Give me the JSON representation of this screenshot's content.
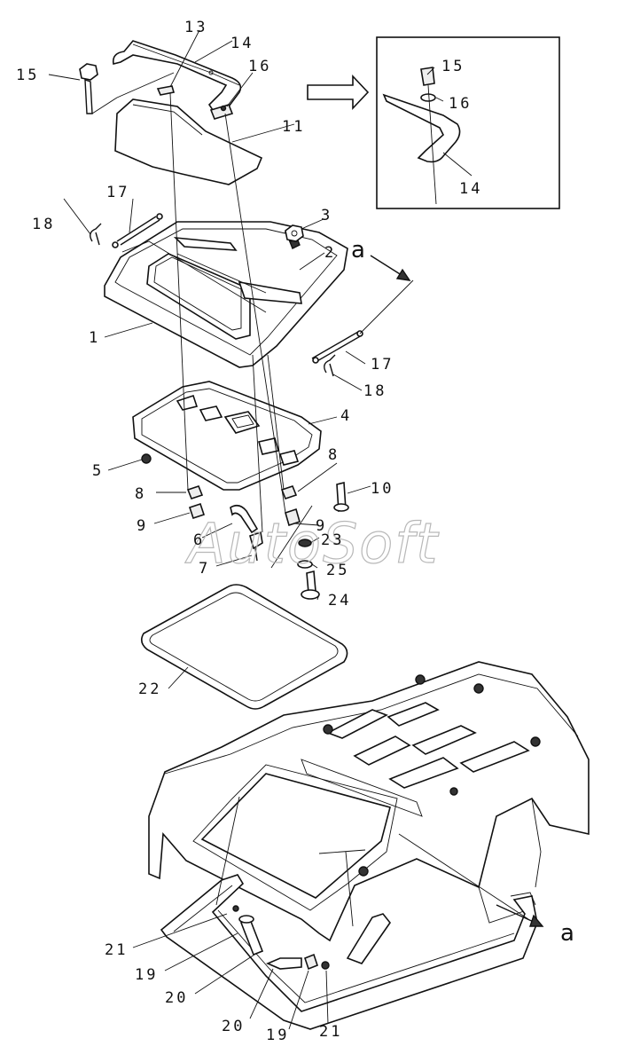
{
  "watermark": "AutoSoft",
  "callouts": {
    "c1": "1",
    "c2": "2",
    "c3": "3",
    "c4": "4",
    "c5": "5",
    "c6": "6",
    "c7": "7",
    "c8a": "8",
    "c8b": "8",
    "c9a": "9",
    "c9b": "9",
    "c10": "10",
    "c11": "11",
    "c13": "13",
    "c14": "14",
    "c15": "15",
    "c16": "16",
    "c17a": "17",
    "c17b": "17",
    "c18a": "18",
    "c18b": "18",
    "c19a": "19",
    "c19b": "19",
    "c20a": "20",
    "c20b": "20",
    "c21a": "21",
    "c21b": "21",
    "c22": "22",
    "c23": "23",
    "c24": "24",
    "c25": "25",
    "inset14": "14",
    "inset15": "15",
    "inset16": "16"
  },
  "section_marks": {
    "a_top": "a",
    "a_bottom": "a"
  }
}
